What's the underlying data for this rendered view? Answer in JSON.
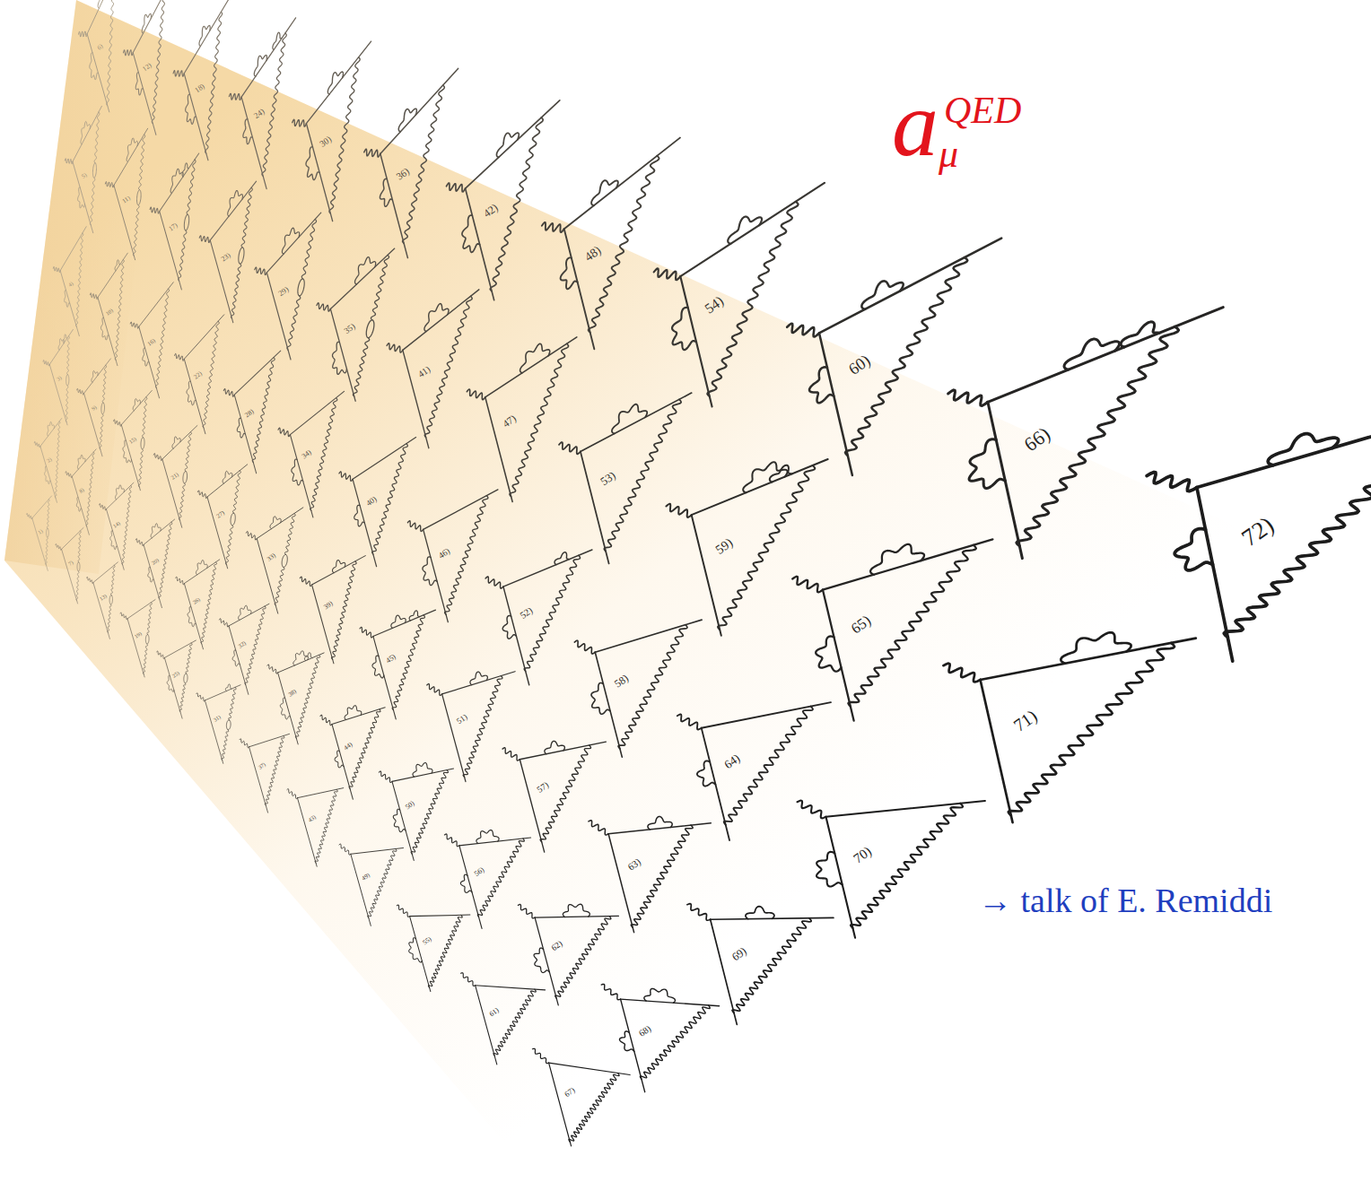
{
  "diagram": {
    "labels": [
      "a",
      "QED",
      "μ",
      "→ talk of E. Remiddi",
      "1)",
      "2)",
      "3)",
      "4)",
      "5)",
      "6)",
      "7)",
      "8)",
      "9)",
      "10)",
      "11)",
      "12)",
      "13)",
      "14)",
      "15)",
      "16)",
      "17)",
      "18)",
      "19)",
      "20)",
      "21)",
      "22)",
      "23)",
      "24)",
      "25)",
      "26)",
      "27)",
      "28)",
      "29)",
      "30)",
      "31)",
      "32)",
      "33)",
      "34)",
      "35)",
      "36)",
      "37)",
      "38)",
      "39)",
      "40)",
      "41)",
      "42)",
      "43)",
      "44)",
      "45)",
      "46)",
      "47)",
      "48)",
      "49)",
      "50)",
      "51)",
      "52)",
      "53)",
      "54)",
      "55)",
      "56)",
      "57)",
      "58)",
      "59)",
      "60)",
      "61)",
      "62)",
      "63)",
      "64)",
      "65)",
      "66)",
      "67)",
      "68)",
      "69)",
      "70)",
      "71)",
      "72)"
    ]
  }
}
